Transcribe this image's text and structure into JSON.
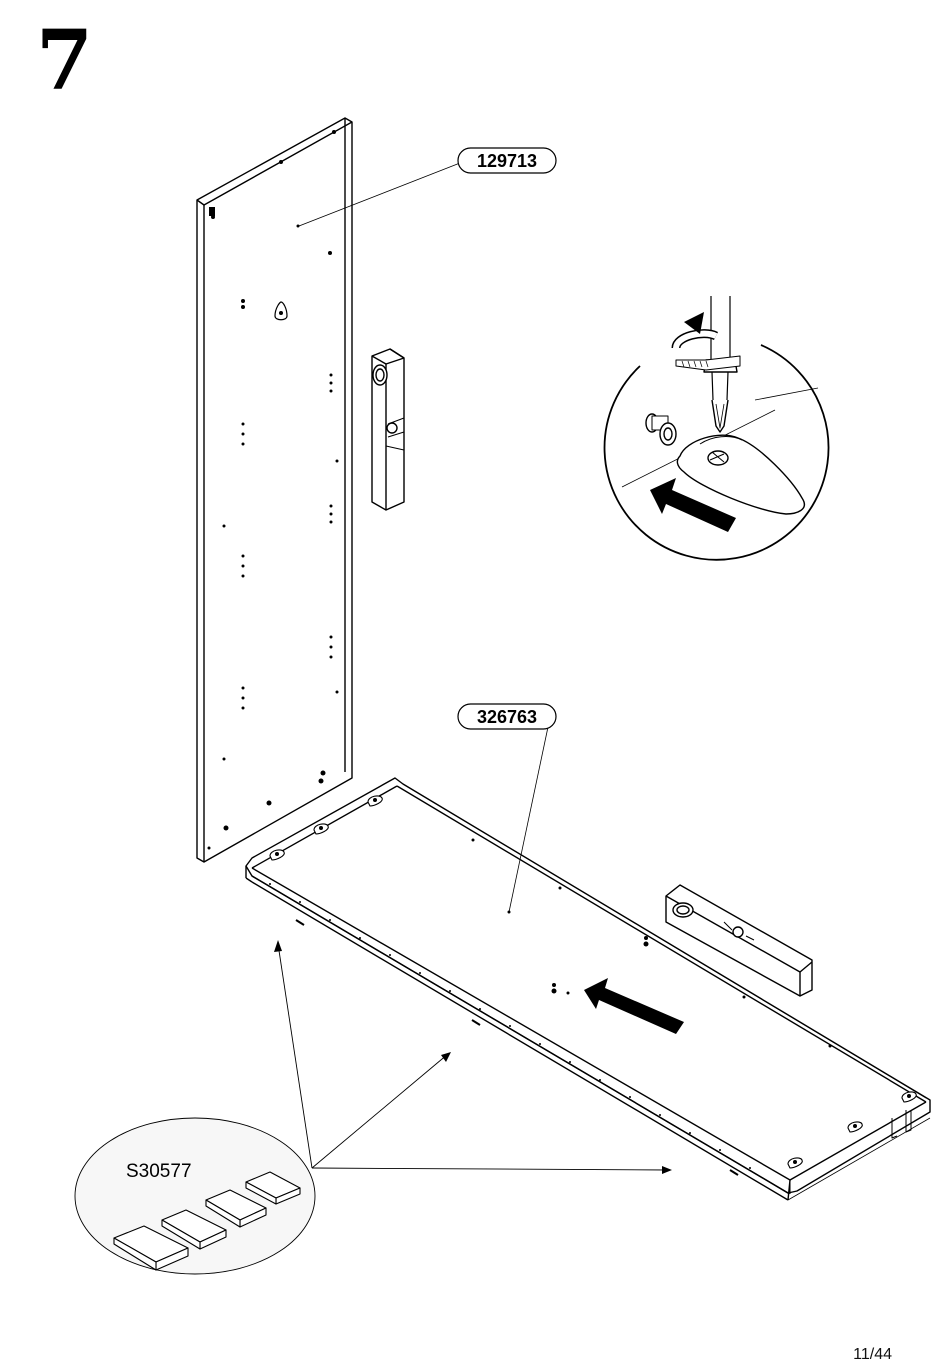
{
  "step": {
    "number": "7"
  },
  "parts": {
    "side_panel_code": "129713",
    "bottom_panel_code": "326763",
    "hardware_kit_code": "S30577"
  },
  "page": {
    "number": "11/44"
  },
  "icons": [
    "spirit-level-icon",
    "screwdriver-icon",
    "rotate-arrow-icon",
    "push-arrow-icon",
    "cam-lock-icon"
  ],
  "colors": {
    "ink": "#000000",
    "paper": "#ffffff",
    "kit_fill": "#f7f7f7"
  }
}
